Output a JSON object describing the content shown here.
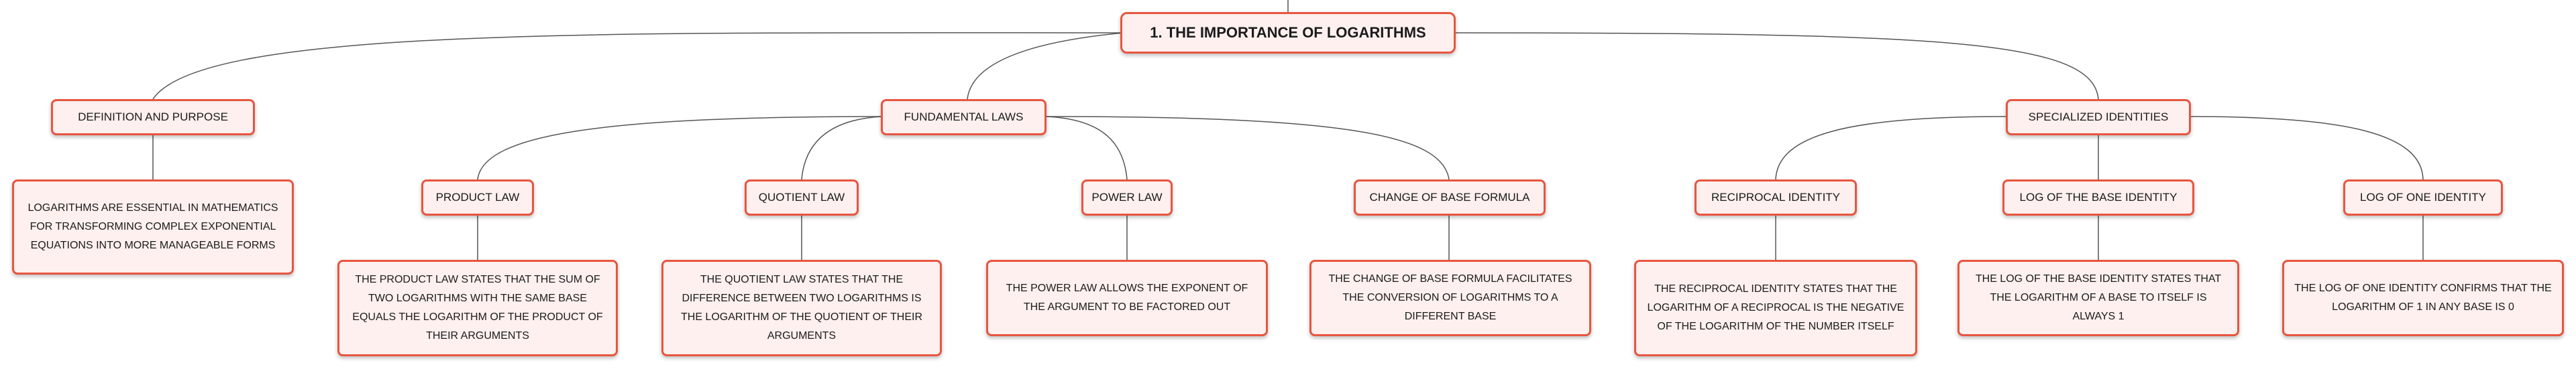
{
  "root": {
    "label": "1. THE IMPORTANCE OF LOGARITHMS"
  },
  "branches": {
    "definition": {
      "label": "DEFINITION AND PURPOSE",
      "detail": "LOGARITHMS ARE ESSENTIAL IN MATHEMATICS FOR TRANSFORMING COMPLEX EXPONENTIAL EQUATIONS INTO MORE MANAGEABLE FORMS"
    },
    "fundamental": {
      "label": "FUNDAMENTAL LAWS",
      "product": {
        "label": "PRODUCT LAW",
        "detail": "THE PRODUCT LAW STATES THAT THE SUM OF TWO LOGARITHMS WITH THE SAME BASE EQUALS THE LOGARITHM OF THE PRODUCT OF THEIR ARGUMENTS"
      },
      "quotient": {
        "label": "QUOTIENT LAW",
        "detail": "THE QUOTIENT LAW STATES THAT THE DIFFERENCE BETWEEN TWO LOGARITHMS IS THE LOGARITHM OF THE QUOTIENT OF THEIR ARGUMENTS"
      },
      "power": {
        "label": "POWER LAW",
        "detail": "THE POWER LAW ALLOWS THE EXPONENT OF THE ARGUMENT TO BE FACTORED OUT"
      },
      "change_base": {
        "label": "CHANGE OF BASE FORMULA",
        "detail": "THE CHANGE OF BASE FORMULA FACILITATES THE CONVERSION OF LOGARITHMS TO A DIFFERENT BASE"
      }
    },
    "specialized": {
      "label": "SPECIALIZED IDENTITIES",
      "reciprocal": {
        "label": "RECIPROCAL IDENTITY",
        "detail": "THE RECIPROCAL IDENTITY STATES THAT THE LOGARITHM OF A RECIPROCAL IS THE NEGATIVE OF THE LOGARITHM OF THE NUMBER ITSELF"
      },
      "log_base": {
        "label": "LOG OF THE BASE IDENTITY",
        "detail": "THE LOG OF THE BASE IDENTITY STATES THAT THE LOGARITHM OF A BASE TO ITSELF IS ALWAYS 1"
      },
      "log_one": {
        "label": "LOG OF ONE IDENTITY",
        "detail": "THE LOG OF ONE IDENTITY CONFIRMS THAT THE LOGARITHM OF 1 IN ANY BASE IS 0"
      }
    }
  },
  "colors": {
    "node_border": "#e8553f",
    "node_fill": "#fdf0ee",
    "connector": "#555555"
  }
}
